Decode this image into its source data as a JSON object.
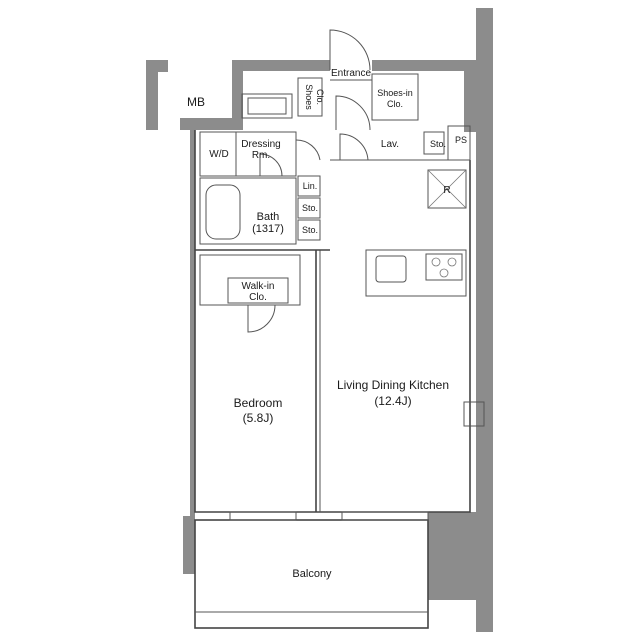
{
  "rooms": {
    "mb": "MB",
    "entrance": "Entrance",
    "shoes": [
      "Shoes",
      "Clo."
    ],
    "shoes_in": [
      "Shoes-in",
      "Clo."
    ],
    "ps": "PS",
    "wd": "W/D",
    "dressing": [
      "Dressing",
      "Rm."
    ],
    "lav": "Lav.",
    "sto_wc": "Sto.",
    "lin": "Lin.",
    "sto1": "Sto.",
    "sto2": "Sto.",
    "r": "R",
    "bath": [
      "Bath",
      "(1317)"
    ],
    "walkin": [
      "Walk-in",
      "Clo."
    ],
    "bedroom": [
      "Bedroom",
      "(5.8J)"
    ],
    "ldk": [
      "Living Dining Kitchen",
      "(12.4J)"
    ],
    "balcony": "Balcony"
  },
  "colors": {
    "wall": "#8c8c8c",
    "line": "#444444",
    "background": "#ffffff"
  }
}
